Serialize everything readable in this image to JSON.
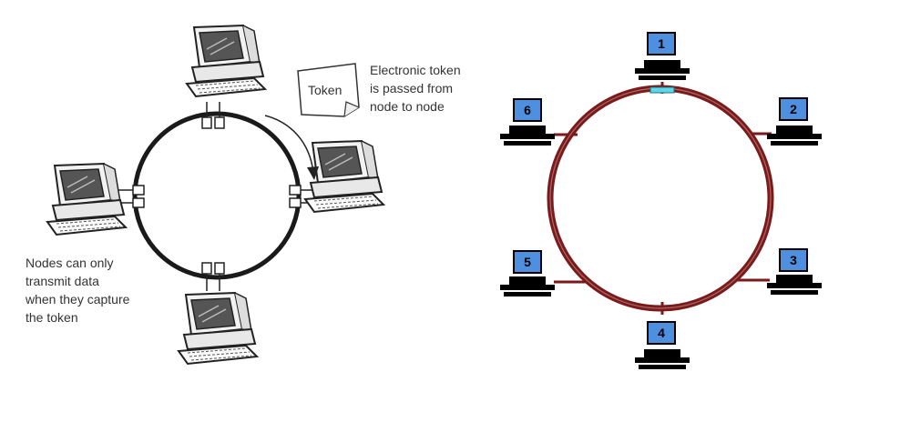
{
  "left_diagram": {
    "token_label": "Token",
    "token_note": [
      "Electronic token",
      "is passed from",
      "node to node"
    ],
    "capture_note": [
      "Nodes can only",
      "transmit data",
      "when they capture",
      "the token"
    ],
    "ring_color": "#1a1a1a"
  },
  "right_diagram": {
    "ring_color": "#7a1a1a",
    "node_badge_color": "#4f8fe0",
    "token_marker_color": "#5fd7e8",
    "nodes": [
      {
        "label": "1"
      },
      {
        "label": "2"
      },
      {
        "label": "3"
      },
      {
        "label": "4"
      },
      {
        "label": "5"
      },
      {
        "label": "6"
      }
    ]
  }
}
